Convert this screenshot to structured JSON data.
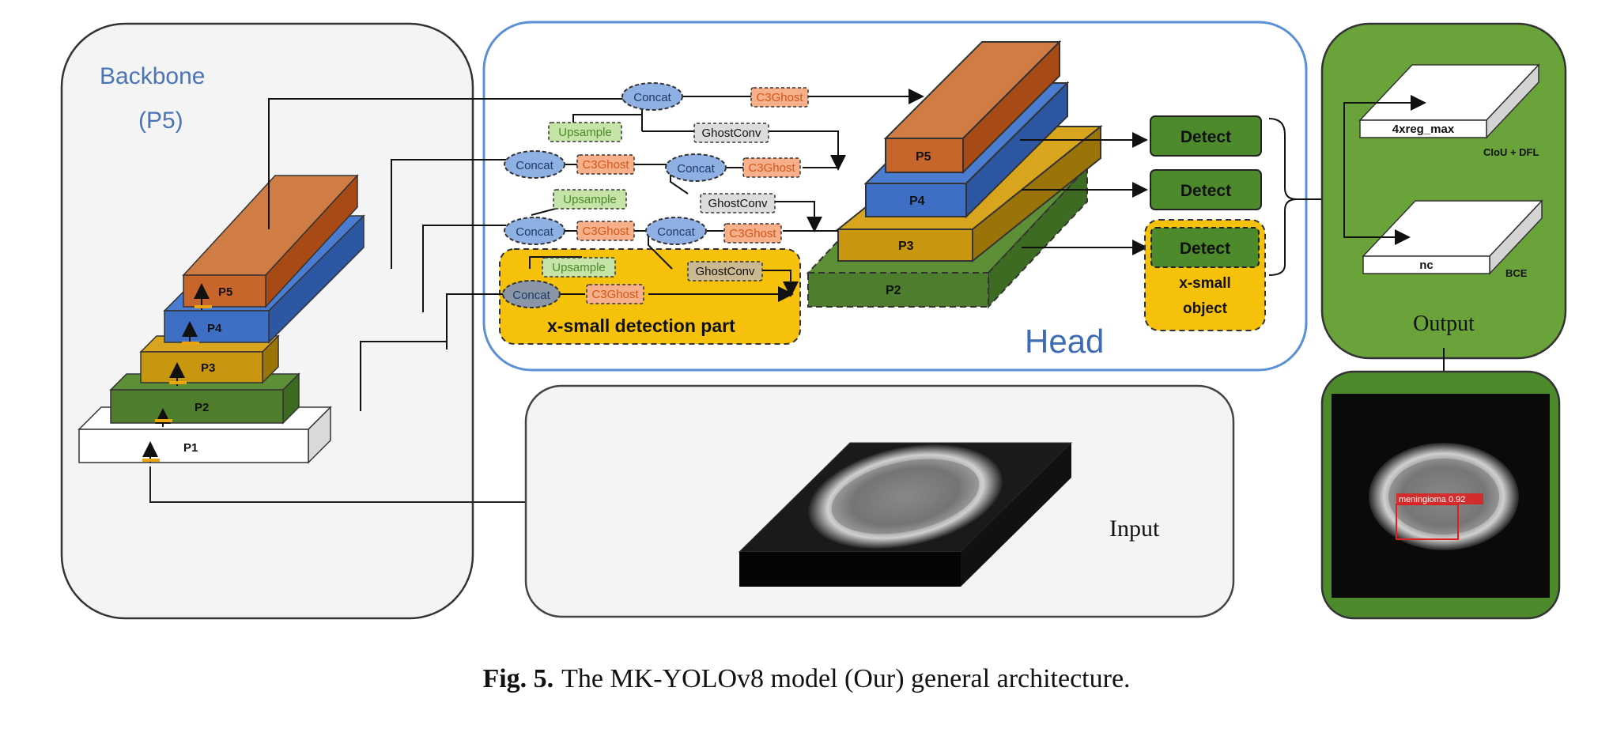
{
  "backbone": {
    "title_line1": "Backbone",
    "title_line2": "(P5)"
  },
  "backbone_layers": {
    "p1": "P1",
    "p2": "P2",
    "p3": "P3",
    "p4": "P4",
    "p5": "P5"
  },
  "head": {
    "title": "Head"
  },
  "head_layers": {
    "p2": "P2",
    "p3": "P3",
    "p4": "P4",
    "p5": "P5"
  },
  "neck": {
    "concat": "Concat",
    "c3ghost": "C3Ghost",
    "upsample": "Upsample",
    "ghostconv": "GhostConv",
    "xsmall_part": "x-small detection part"
  },
  "detect": {
    "label": "Detect",
    "xsmall_line1": "x-small",
    "xsmall_line2": "object"
  },
  "output": {
    "title": "Output",
    "reg_label": "4xreg_max",
    "reg_loss": "CIoU + DFL",
    "cls_label": "nc",
    "cls_loss": "BCE",
    "detection_label": "meningioma  0.92"
  },
  "input": {
    "title": "Input"
  },
  "caption": {
    "fig": "Fig. 5.",
    "text": "The MK-YOLOv8 model (Our) general architecture."
  },
  "colors": {
    "p5": "#c8652a",
    "p4": "#3f6fc4",
    "p3": "#c8960f",
    "p2": "#4f7d2e",
    "detect_green": "#4c8a2c",
    "output_green": "#6aa33a",
    "xsmall_yellow": "#f5c10a",
    "concat_blue": "#8fb0e3",
    "c3ghost_orange": "#f7b08a",
    "upsample_green": "#c6e4a8",
    "ghostconv_gray": "#dcdcdc",
    "head_border": "#5b8fd6"
  }
}
